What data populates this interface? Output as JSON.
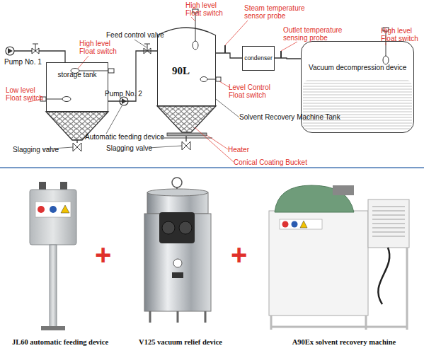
{
  "diagram": {
    "nodes": [
      {
        "text": [
          "storage tank"
        ]
      },
      {
        "text": [
          "90L"
        ]
      },
      {
        "text": [
          "condenser"
        ]
      },
      {
        "text": [
          "Vacuum decompression device"
        ]
      },
      {
        "text": [
          "JL60 automatic feeding device"
        ]
      },
      {
        "text": [
          "V125 vacuum relief device"
        ]
      },
      {
        "text": [
          "A90Ex solvent recovery machine"
        ]
      }
    ],
    "edges": [
      {
        "from": 0,
        "to": 1,
        "arrow": "none"
      },
      {
        "from": 1,
        "to": 2,
        "arrow": "none"
      },
      {
        "from": 2,
        "to": 3,
        "arrow": "none"
      }
    ],
    "labels": [
      "Feed control valve",
      "High level Float switch",
      "Steam temperature sensor probe",
      "Outlet temperature sensing probe",
      "High level Float switch",
      "Pump No. 1",
      "High level Float switch",
      "Low level Float switch",
      "Level Control Float switch",
      "Pump No. 2",
      "Automatic feeding device",
      "Solvent Recovery Machine Tank",
      "Slagging valve",
      "Slagging valve",
      "Heater",
      "Conical Coating Bucket",
      "+",
      "+"
    ]
  }
}
